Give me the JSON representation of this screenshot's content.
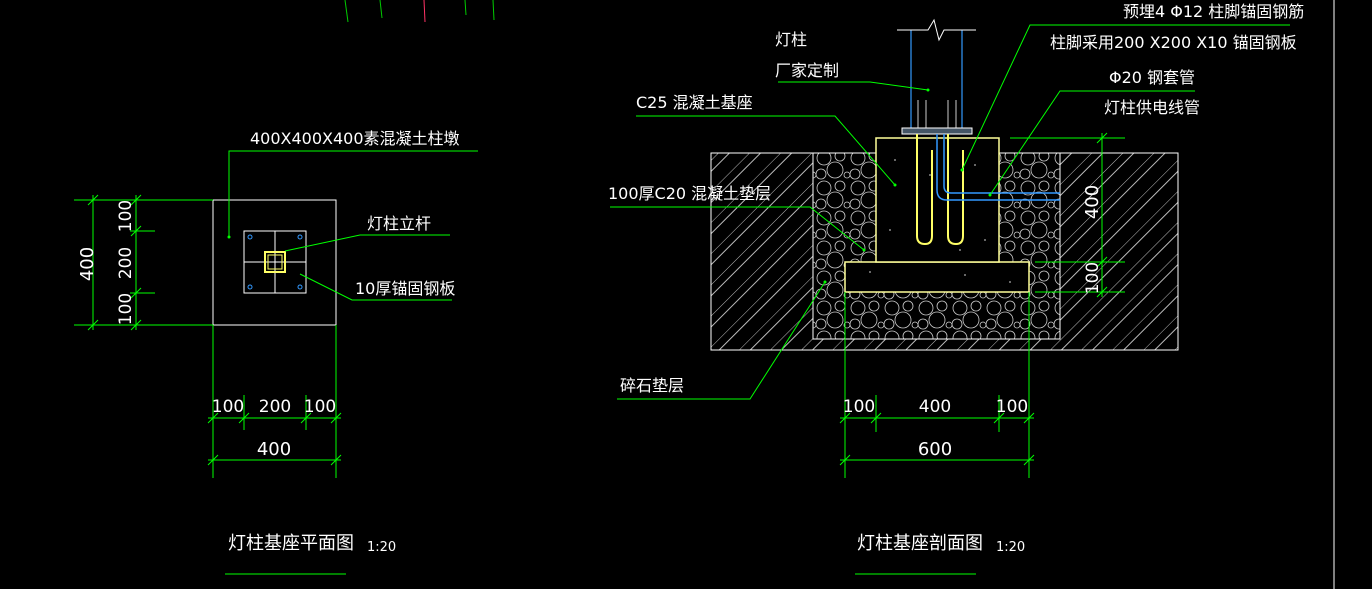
{
  "plan": {
    "pier_label": "400X400X400素混凝土柱墩",
    "pole_label": "灯柱立杆",
    "plate_label": "10厚锚固钢板",
    "dim_left_total": "400",
    "dim_left_a": "100",
    "dim_left_b": "200",
    "dim_left_c": "100",
    "dim_bottom_a": "100",
    "dim_bottom_b": "200",
    "dim_bottom_c": "100",
    "dim_bottom_total": "400",
    "title": "灯柱基座平面图",
    "scale": "1:20"
  },
  "section": {
    "pole_label_1": "灯柱",
    "pole_label_2": "厂家定制",
    "anchor_label_1": "预埋4 Φ12 柱脚锚固钢筋",
    "anchor_label_2": "柱脚采用200 X200 X10 锚固钢板",
    "sleeve_label_1": "Φ20 钢套管",
    "sleeve_label_2": "灯柱供电线管",
    "c25_label": "C25 混凝土基座",
    "c20_label": "100厚C20 混凝土垫层",
    "gravel_label": "碎石垫层",
    "dim_right_upper": "400",
    "dim_right_lower": "100",
    "dim_bottom_a": "100",
    "dim_bottom_b": "400",
    "dim_bottom_c": "100",
    "dim_bottom_total": "600",
    "title": "灯柱基座剖面图",
    "scale": "1:20"
  },
  "colors": {
    "background": "#000000",
    "leader": "#00ff00",
    "outline": "#ffffff",
    "concrete": "#ffff99",
    "rebar": "#ffff66",
    "conduit": "#3399ff",
    "hatch": "#bbbbbb",
    "gravel": "#cccccc"
  }
}
